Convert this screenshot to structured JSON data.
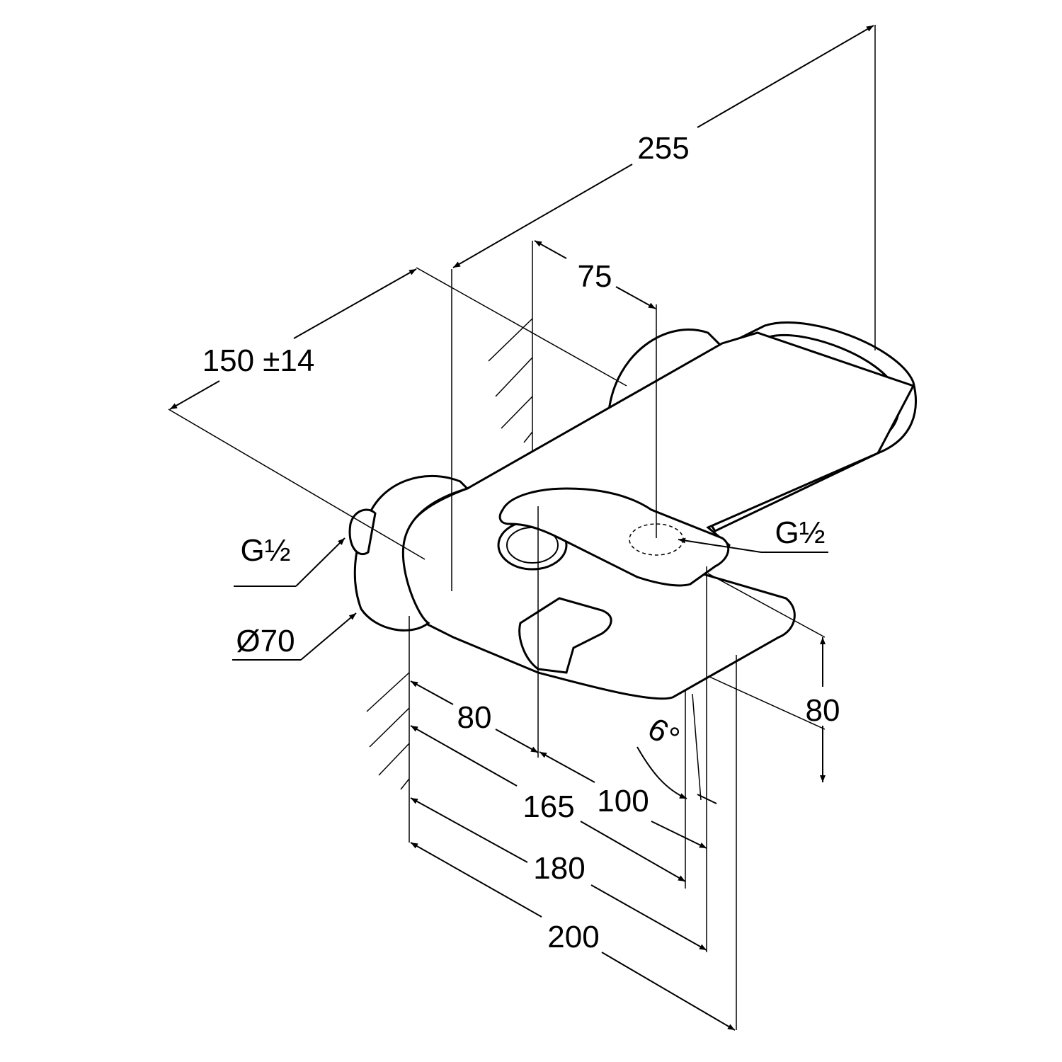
{
  "drawing": {
    "title": "Wall-mounted single lever mixer dimension drawing",
    "dimensions": {
      "overall_depth": "255",
      "spout_offset": "75",
      "wall_distance": "150 ±14",
      "inlet_thread_left": "G½",
      "rosette_diameter": "Ø70",
      "outlet_thread_right": "G½",
      "lever_offset": "80",
      "length_165": "165",
      "length_100": "100",
      "length_180": "180",
      "length_200": "200",
      "height": "80",
      "angle": "6°"
    },
    "colors": {
      "line": "#000000",
      "background": "#ffffff"
    }
  }
}
